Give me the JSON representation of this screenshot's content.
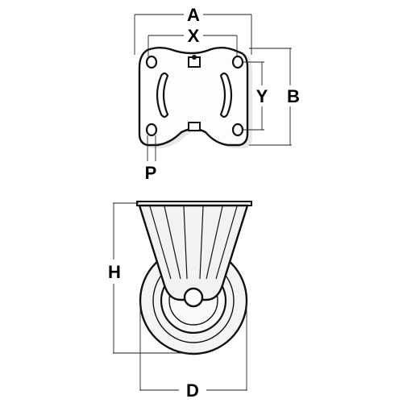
{
  "diagram": {
    "labels": {
      "A": "A",
      "X": "X",
      "Y": "Y",
      "B": "B",
      "P": "P",
      "H": "H",
      "D": "D"
    }
  }
}
